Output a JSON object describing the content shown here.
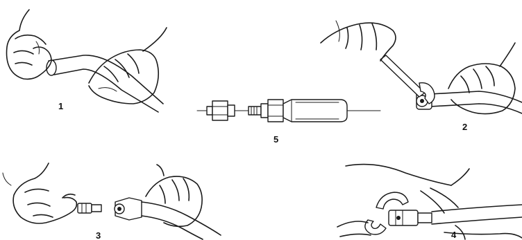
{
  "steps": [
    {
      "id": "step-1",
      "label": "1"
    },
    {
      "id": "step-2",
      "label": "2"
    },
    {
      "id": "step-3",
      "label": "3"
    },
    {
      "id": "step-4",
      "label": "4"
    },
    {
      "id": "step-5",
      "label": "5"
    }
  ],
  "colors": {
    "ink": "#1a1a1a",
    "background": "#ffffff"
  }
}
